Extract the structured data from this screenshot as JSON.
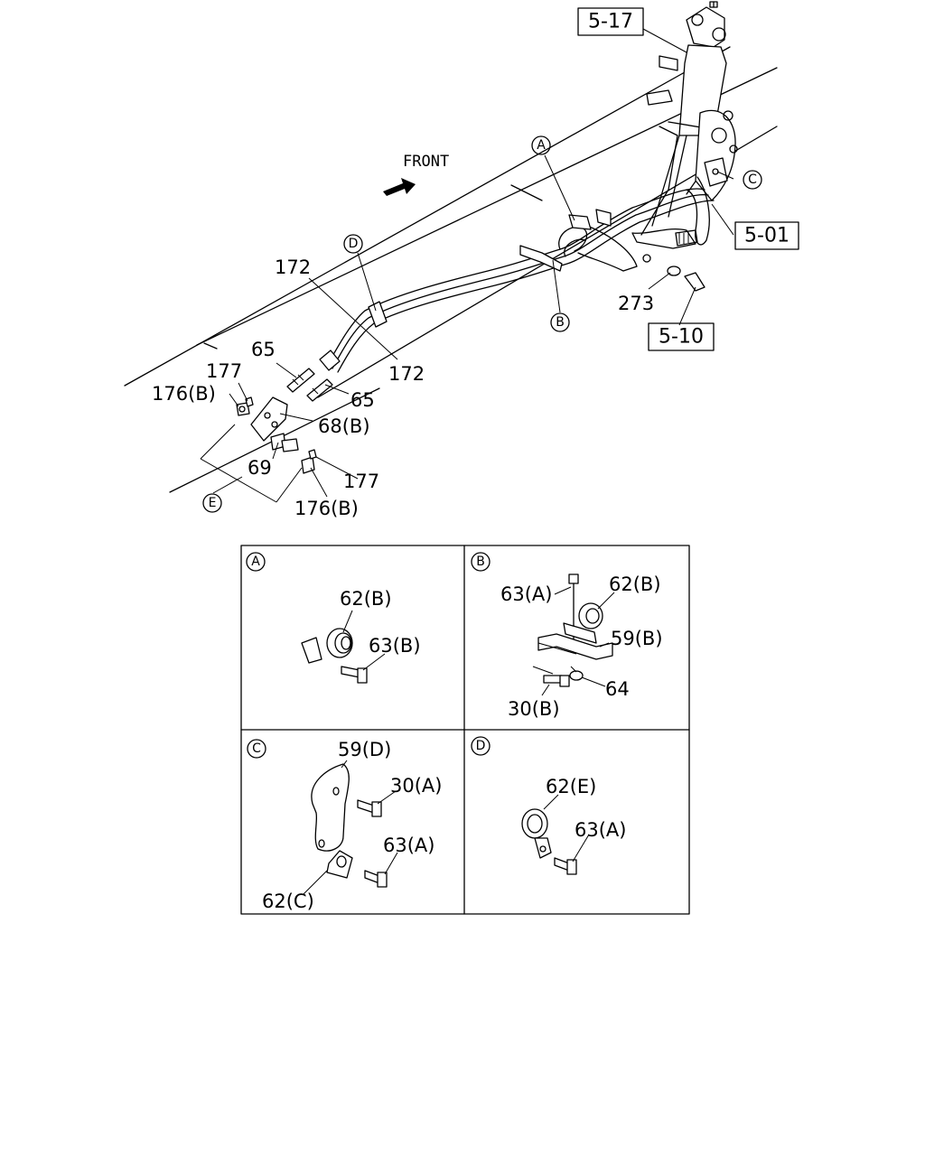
{
  "orientation": {
    "direction_label": "FRONT"
  },
  "reference_boxes": {
    "r517": "5-17",
    "r501": "5-01",
    "r510": "5-10"
  },
  "detail_markers": {
    "a": "A",
    "b": "B",
    "c": "C",
    "d": "D",
    "e": "E"
  },
  "main_callouts": {
    "p172_upper": "172",
    "p172_lower": "172",
    "p65_left": "65",
    "p65_right": "65",
    "p177_upper": "177",
    "p177_lower": "177",
    "p176b_upper": "176(B)",
    "p176b_lower": "176(B)",
    "p68b": "68(B)",
    "p69": "69",
    "p273": "273"
  },
  "detail_panels": {
    "a": {
      "marker": "A",
      "labels": {
        "clip": "62(B)",
        "bolt": "63(B)"
      }
    },
    "b": {
      "marker": "B",
      "labels": {
        "bolt_top": "63(A)",
        "clip": "62(B)",
        "bracket": "59(B)",
        "nut": "64",
        "bolt_bottom": "30(B)"
      }
    },
    "c": {
      "marker": "C",
      "labels": {
        "bracket": "59(D)",
        "bolt_upper": "30(A)",
        "bolt_lower": "63(A)",
        "clip": "62(C)"
      }
    },
    "d": {
      "marker": "D",
      "labels": {
        "clip": "62(E)",
        "bolt": "63(A)"
      }
    }
  }
}
